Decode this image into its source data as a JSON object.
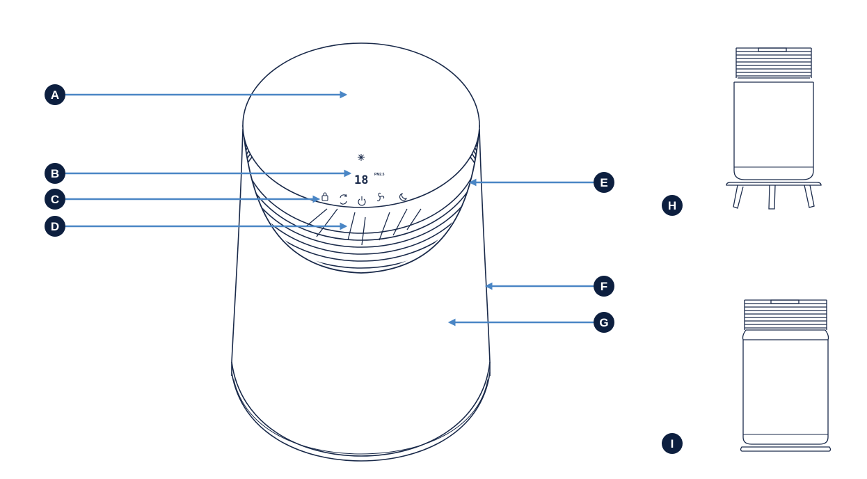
{
  "colors": {
    "outline": "#1a2a4a",
    "arrow": "#4a86c5",
    "badge": "#0d1f3f",
    "background": "#ffffff"
  },
  "display": {
    "value": "18",
    "unit": "PM2.5"
  },
  "control_icons": [
    "lock-icon",
    "auto-mode-icon",
    "power-icon",
    "fan-speed-icon",
    "sleep-mode-icon"
  ],
  "callouts": {
    "a": "A",
    "b": "B",
    "c": "C",
    "d": "D",
    "e": "E",
    "f": "F",
    "g": "G",
    "h": "H",
    "i": "I"
  }
}
